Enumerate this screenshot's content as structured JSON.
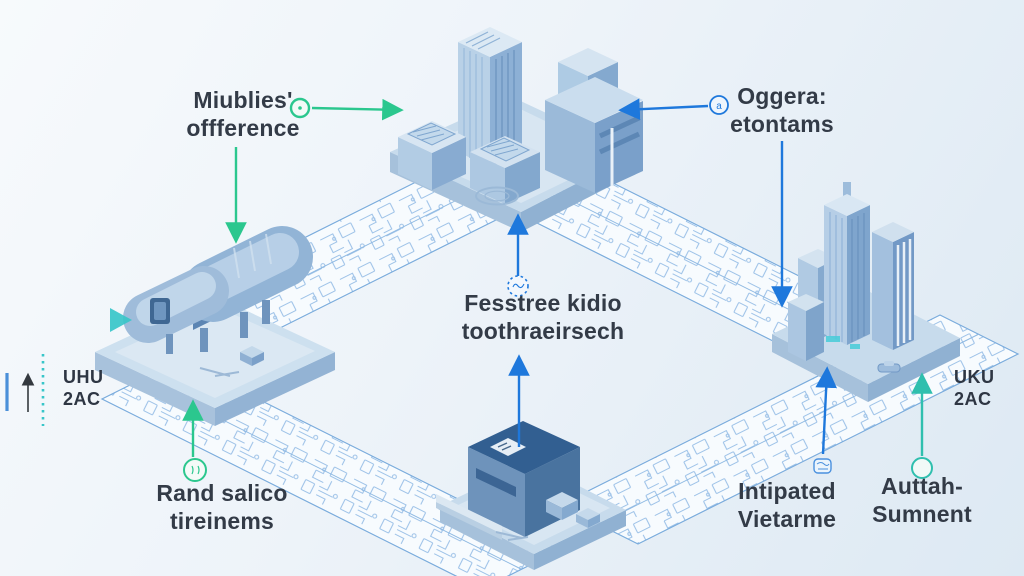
{
  "colors": {
    "green": "#2bc78e",
    "blue": "#1e78dc",
    "teal": "#38c6c9",
    "teal-green": "#2fbfae",
    "text": "#333b47"
  },
  "annotations": {
    "top_left": {
      "line1": "Miublies'",
      "line2": "offference"
    },
    "top_right": {
      "line1": "Oggera:",
      "line2": "etontams"
    },
    "center": {
      "line1": "Fesstree kidio",
      "line2": "toothraeirsech"
    },
    "bottom_left": {
      "line1": "Rand salico",
      "line2": "tireinems"
    },
    "bottom_mid_right": {
      "line1": "Intipated",
      "line2": "Vietarme"
    },
    "bottom_far_right": {
      "line1": "Auttah-",
      "line2": "Sumnent"
    },
    "left_marker": {
      "line1": "UHU",
      "line2": "2AC"
    },
    "right_marker": {
      "line1": "UKU",
      "line2": "2AC"
    }
  },
  "icons": {
    "blue_circle_glyph": "a"
  }
}
